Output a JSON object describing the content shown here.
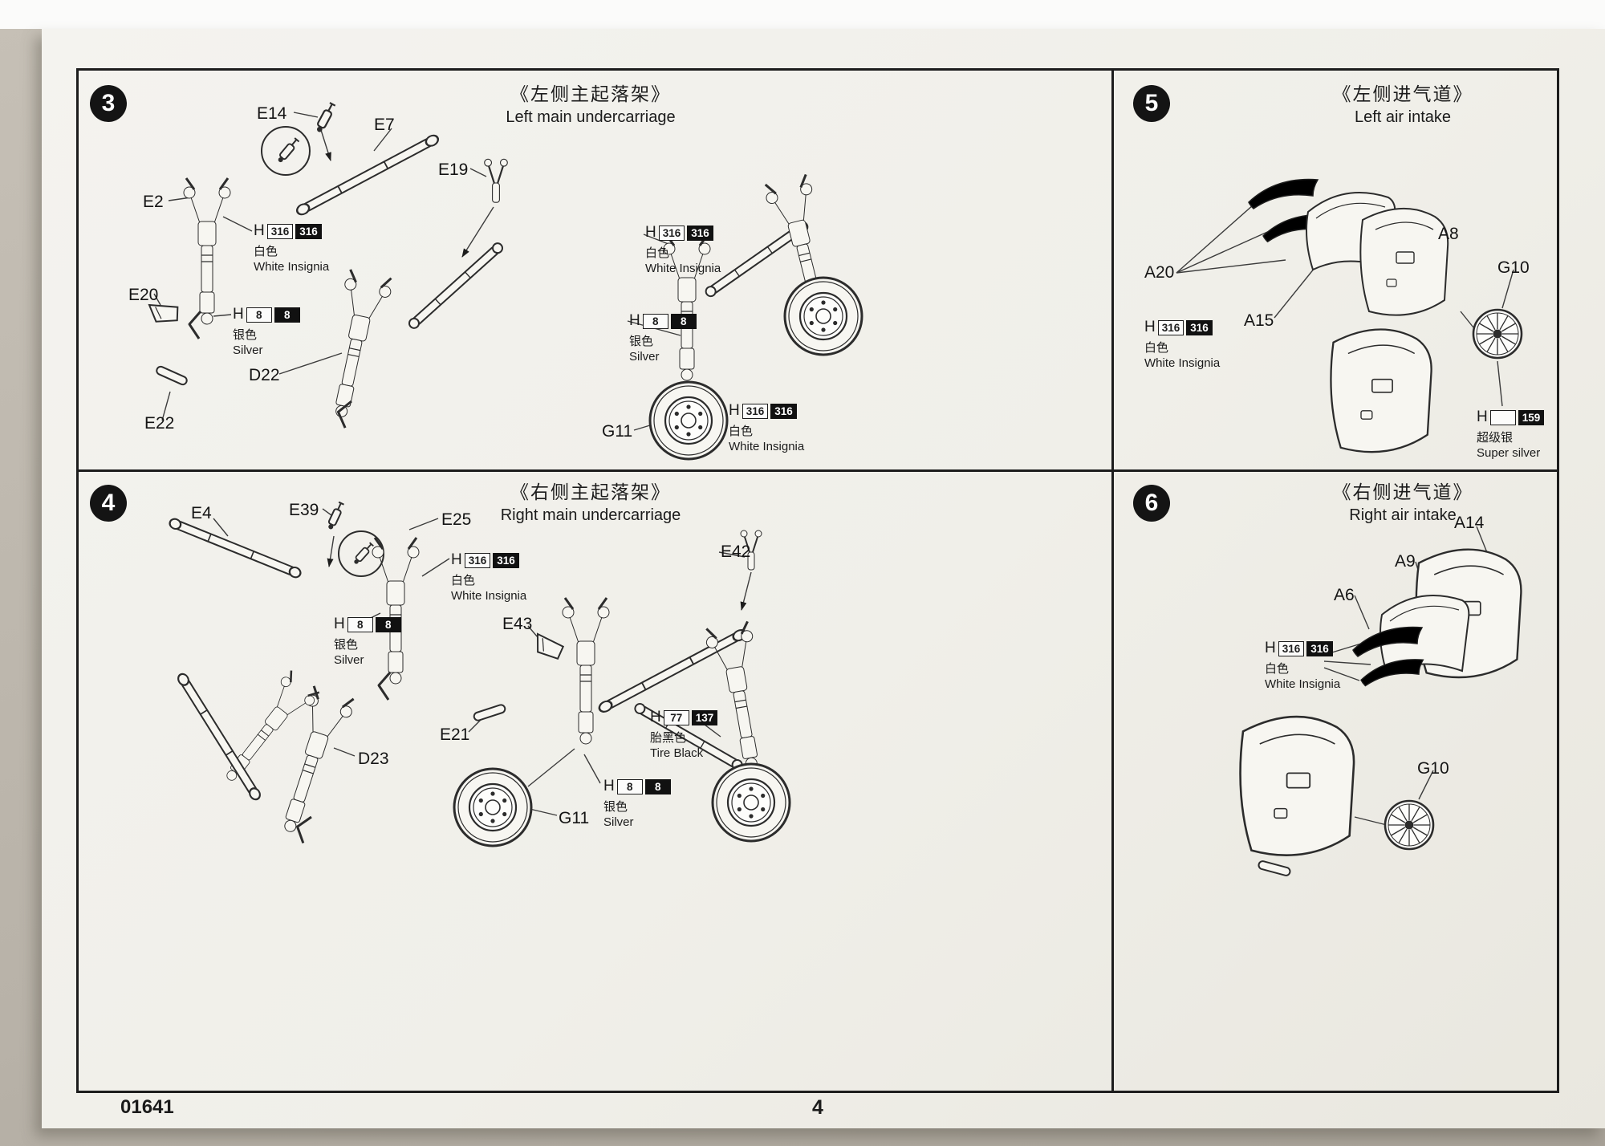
{
  "page": {
    "kit_number": "01641",
    "page_number": "4"
  },
  "panels": {
    "step3": {
      "number": "3",
      "title_cn": "《左侧主起落架》",
      "title_en": "Left main undercarriage",
      "labels": {
        "e14": "E14",
        "e7": "E7",
        "e19": "E19",
        "e2": "E2",
        "e20": "E20",
        "e22": "E22",
        "d22": "D22",
        "g11": "G11"
      },
      "paints": {
        "p1": {
          "code": "H",
          "chip1": "316",
          "chip2": "316",
          "cn": "白色",
          "en": "White Insignia"
        },
        "p2": {
          "code": "H",
          "chip1": "8",
          "chip2": "8",
          "cn": "银色",
          "en": "Silver"
        },
        "p3": {
          "code": "H",
          "chip1": "316",
          "chip2": "316",
          "cn": "白色",
          "en": "White Insignia"
        },
        "p4": {
          "code": "H",
          "chip1": "8",
          "chip2": "8",
          "cn": "银色",
          "en": "Silver"
        },
        "p5": {
          "code": "H",
          "chip1": "316",
          "chip2": "316",
          "cn": "白色",
          "en": "White Insignia"
        }
      }
    },
    "step5": {
      "number": "5",
      "title_cn": "《左侧进气道》",
      "title_en": "Left air intake",
      "labels": {
        "a8": "A8",
        "a20": "A20",
        "a15": "A15",
        "g10": "G10"
      },
      "paints": {
        "p1": {
          "code": "H",
          "chip1": "316",
          "chip2": "316",
          "cn": "白色",
          "en": "White Insignia"
        },
        "p2": {
          "code": "H",
          "chip1": "",
          "chip2": "159",
          "cn": "超级银",
          "en": "Super silver"
        }
      }
    },
    "step4": {
      "number": "4",
      "title_cn": "《右侧主起落架》",
      "title_en": "Right main undercarriage",
      "labels": {
        "e4": "E4",
        "e39": "E39",
        "e25": "E25",
        "e42": "E42",
        "e43": "E43",
        "e21": "E21",
        "d23": "D23",
        "g11": "G11"
      },
      "paints": {
        "p1": {
          "code": "H",
          "chip1": "316",
          "chip2": "316",
          "cn": "白色",
          "en": "White Insignia"
        },
        "p2": {
          "code": "H",
          "chip1": "8",
          "chip2": "8",
          "cn": "银色",
          "en": "Silver"
        },
        "p3": {
          "code": "H",
          "chip1": "77",
          "chip2": "137",
          "cn": "胎黑色",
          "en": "Tire Black"
        },
        "p4": {
          "code": "H",
          "chip1": "8",
          "chip2": "8",
          "cn": "银色",
          "en": "Silver"
        }
      }
    },
    "step6": {
      "number": "6",
      "title_cn": "《右侧进气道》",
      "title_en": "Right air intake",
      "labels": {
        "a14": "A14",
        "a9": "A9",
        "a6": "A6",
        "g10": "G10"
      },
      "paints": {
        "p1": {
          "code": "H",
          "chip1": "316",
          "chip2": "316",
          "cn": "白色",
          "en": "White Insignia"
        }
      }
    }
  }
}
